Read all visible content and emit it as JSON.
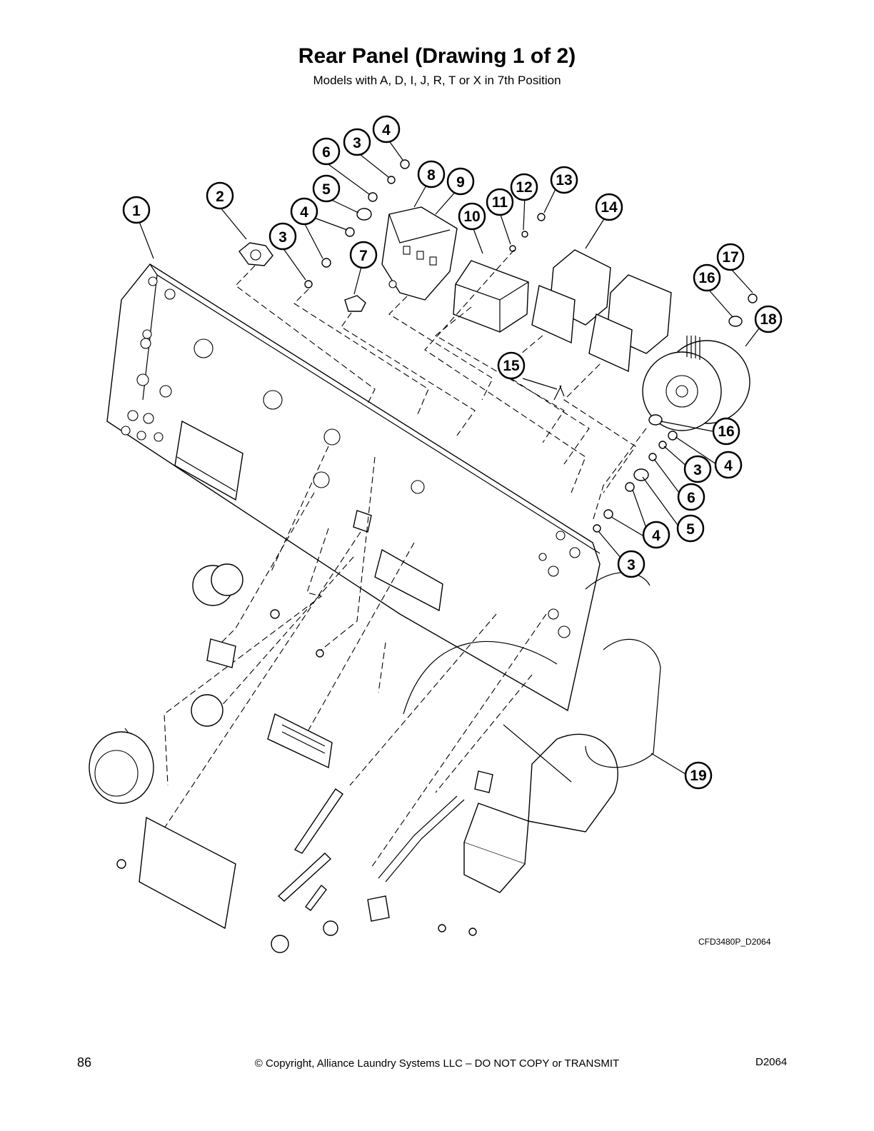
{
  "header": {
    "title": "Rear Panel (Drawing 1 of 2)",
    "subtitle": "Models with A, D, I, J, R, T or X in 7th Position"
  },
  "diagram": {
    "drawing_code": "CFD3480P_D2064",
    "callouts": [
      "1",
      "2",
      "3",
      "4",
      "5",
      "6",
      "7",
      "8",
      "9",
      "10",
      "11",
      "12",
      "13",
      "14",
      "15",
      "16",
      "17",
      "18",
      "19"
    ]
  },
  "footer": {
    "page_number": "86",
    "copyright": "© Copyright, Alliance Laundry Systems LLC – DO NOT COPY or TRANSMIT",
    "doc_code": "D2064"
  }
}
